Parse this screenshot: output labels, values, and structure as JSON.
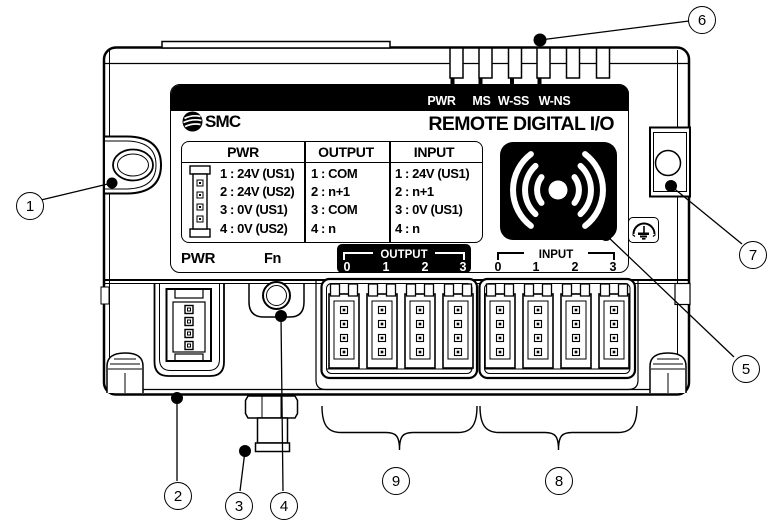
{
  "device": {
    "brand": "SMC",
    "product_title": "REMOTE DIGITAL I/O",
    "led_labels": [
      "PWR",
      "MS",
      "W-SS",
      "W-NS"
    ],
    "pin_table": {
      "columns": [
        {
          "header": "PWR",
          "rows": [
            "1 : 24V (US1)",
            "2 : 24V (US2)",
            "3 : 0V (US1)",
            "4 : 0V (US2)"
          ]
        },
        {
          "header": "OUTPUT",
          "rows": [
            "1 : COM",
            "2 : n+1",
            "3 : COM",
            "4 : n"
          ]
        },
        {
          "header": "INPUT",
          "rows": [
            "1 : 24V (US1)",
            "2 : n+1",
            "3 : 0V (US1)",
            "4 : n"
          ]
        }
      ]
    },
    "front_labels": {
      "power_connector": "PWR",
      "function_button": "Fn"
    },
    "port_groups": {
      "output": {
        "label": "OUTPUT",
        "ports": [
          "0",
          "1",
          "2",
          "3"
        ]
      },
      "input": {
        "label": "INPUT",
        "ports": [
          "0",
          "1",
          "2",
          "3"
        ]
      }
    },
    "icons": {
      "logo": "smc-swirl-icon",
      "wireless": "wireless-signal-icon",
      "ground": "functional-earth-icon"
    }
  },
  "callouts": [
    "1",
    "2",
    "3",
    "4",
    "5",
    "6",
    "7",
    "8",
    "9"
  ],
  "colors": {
    "line": "#000000",
    "panel_bg": "#ffffff",
    "label_bg": "#000000",
    "label_text": "#ffffff"
  }
}
